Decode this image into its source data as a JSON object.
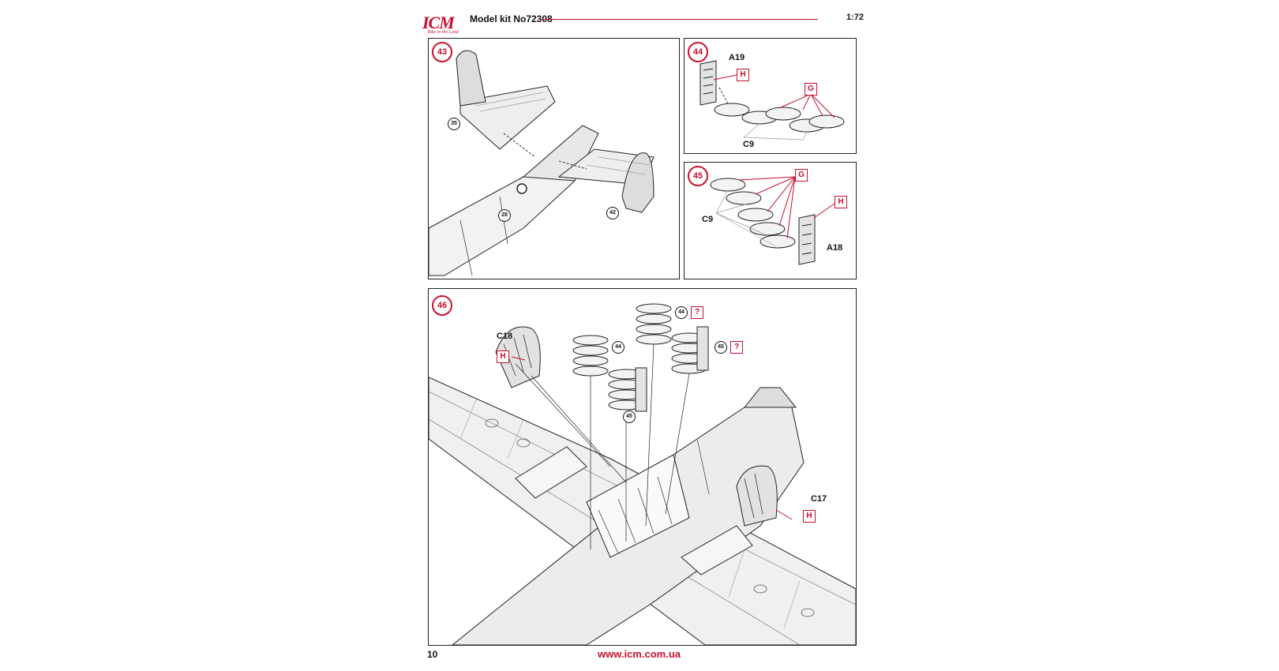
{
  "header": {
    "logo_text": "ICM",
    "logo_tagline": "Take in the Lead",
    "kit_label": "Model kit No72308",
    "scale": "1:72"
  },
  "steps": {
    "s43": {
      "number": "43",
      "refs": [
        "35",
        "28",
        "42"
      ]
    },
    "s44": {
      "number": "44",
      "part_top": "A19",
      "part_bottom": "C9",
      "paint_h": "H",
      "paint_g": "G"
    },
    "s45": {
      "number": "45",
      "part_left": "C9",
      "part_right": "A18",
      "paint_h": "H",
      "paint_g": "G"
    },
    "s46": {
      "number": "46",
      "part_left": "C18",
      "part_right": "C17",
      "paint_h_left": "H",
      "paint_h_right": "H",
      "ref_44a": "44",
      "ref_44b": "44",
      "ref_45a": "45",
      "ref_45b": "45",
      "q1": "?",
      "q2": "?"
    }
  },
  "footer": {
    "page_number": "10",
    "url": "www.icm.com.ua"
  },
  "colors": {
    "accent": "#c8102e",
    "line": "#222222",
    "fill": "#f0f0f0"
  }
}
